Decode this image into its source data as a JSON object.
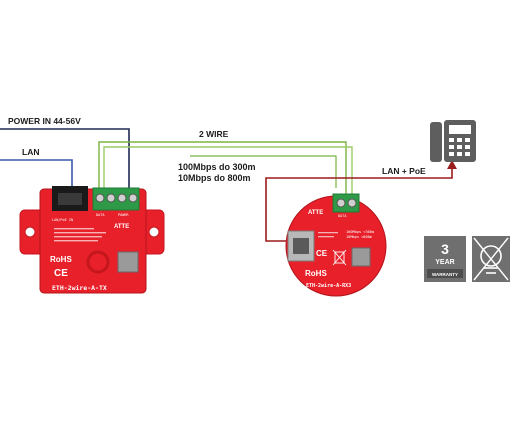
{
  "labels": {
    "power_in": "POWER IN 44-56V",
    "lan": "LAN",
    "two_wire": "2 WIRE",
    "speed_1": "100Mbps do 300m",
    "speed_2": "10Mbps do 800m",
    "lan_poe": "LAN + PoE"
  },
  "tx_device": {
    "rohs": "RoHS",
    "ce": "CE",
    "model": "ETH-2wire-A-TX",
    "brand": "ATTE",
    "port_label": "LAN/PoE IN",
    "terminal_labels": [
      "DATA",
      "POWER"
    ]
  },
  "rx_device": {
    "rohs": "RoHS",
    "ce": "CE",
    "model": "ETH-2wire-A-RX3",
    "brand": "ATTE",
    "terminal_label": "DATA",
    "spec_1": "100Mbps <300m",
    "spec_2": "10Mbps <800m"
  },
  "warranty_badge": {
    "number": "3",
    "year": "YEAR",
    "warranty": "WARRANTY"
  },
  "colors": {
    "pcb_red": "#e8202a",
    "pcb_dark": "#c5161e",
    "terminal_green": "#2e9a47",
    "wire_navy": "#1e2a52",
    "wire_blue": "#3a5aa8",
    "wire_green": "#7cb342",
    "wire_red": "#9b1c1c",
    "badge_gray": "#6f6f6f",
    "phone_gray": "#5e5e5e"
  },
  "icons": {
    "phone": "ip-phone-icon",
    "warranty": "warranty-badge-icon",
    "temperature": "temperature-range-icon"
  }
}
